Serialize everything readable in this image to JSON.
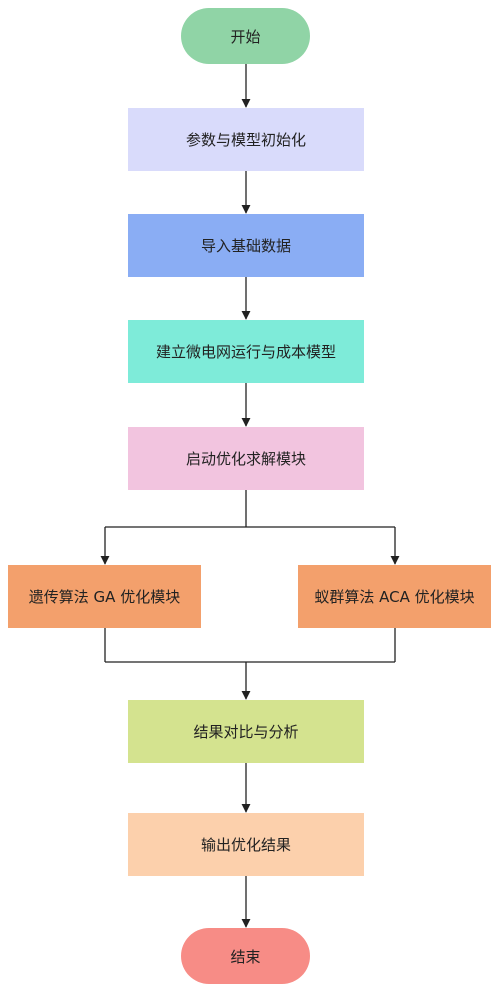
{
  "nodes": {
    "start": {
      "label": "开始",
      "color": "#90d4a6"
    },
    "init": {
      "label": "参数与模型初始化",
      "color": "#d9dbfb"
    },
    "import_data": {
      "label": "导入基础数据",
      "color": "#8aadf4"
    },
    "build_model": {
      "label": "建立微电网运行与成本模型",
      "color": "#7eebd9"
    },
    "start_opt": {
      "label": "启动优化求解模块",
      "color": "#f2c4df"
    },
    "ga": {
      "label": "遗传算法 GA 优化模块",
      "color": "#f3a06c"
    },
    "aca": {
      "label": "蚁群算法 ACA 优化模块",
      "color": "#f3a06c"
    },
    "compare": {
      "label": "结果对比与分析",
      "color": "#d4e38f"
    },
    "output": {
      "label": "输出优化结果",
      "color": "#fcd0ac"
    },
    "end": {
      "label": "结束",
      "color": "#f78c86"
    }
  },
  "line_color": "#222222"
}
